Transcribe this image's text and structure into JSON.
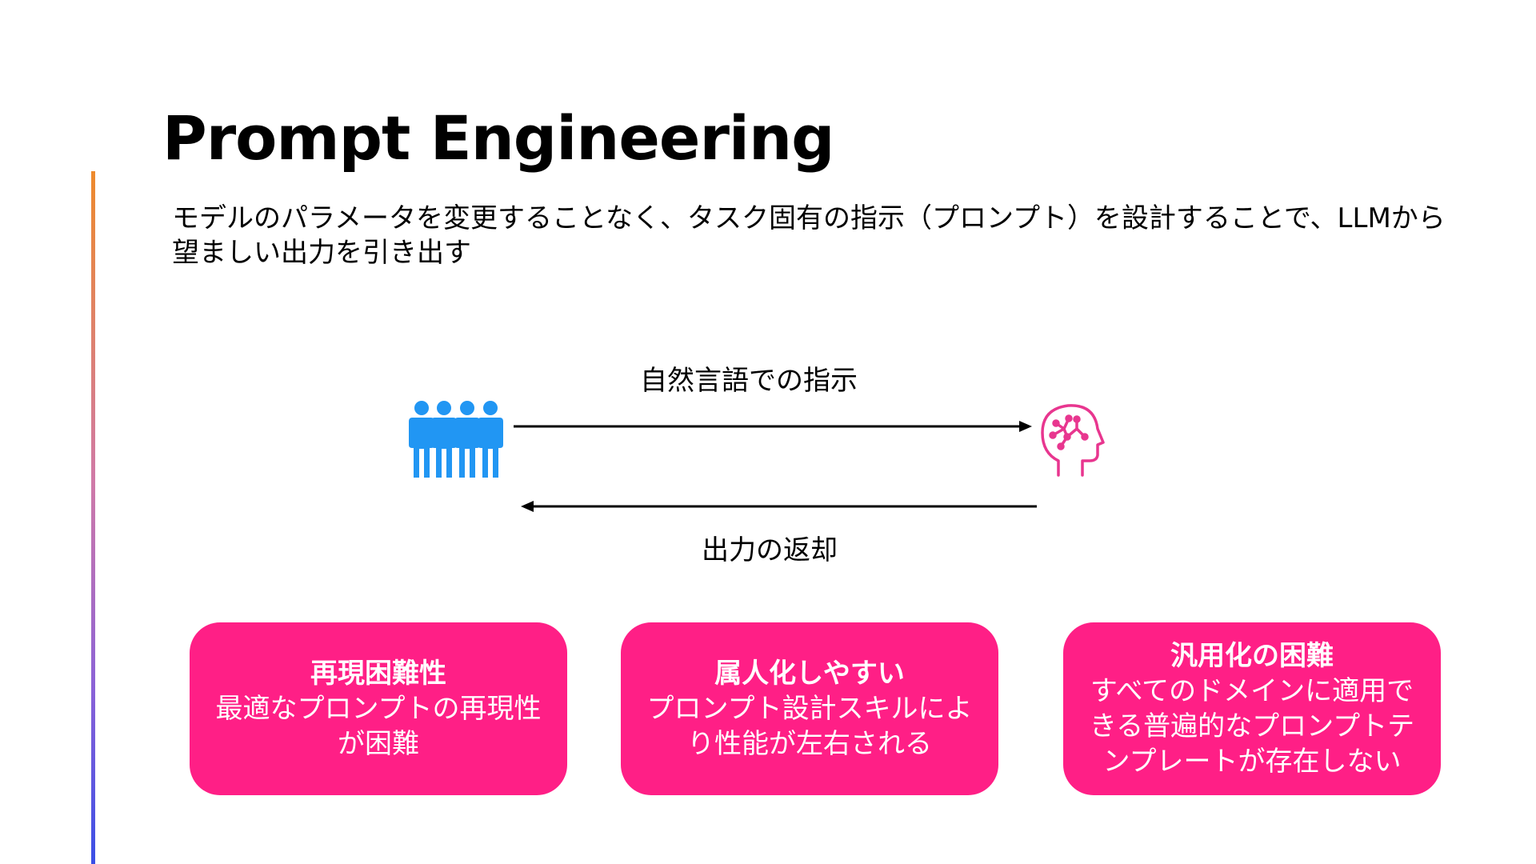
{
  "title": "Prompt Engineering",
  "subtitle": "モデルのパラメータを変更することなく、タスク固有の指示（プロンプト）を設計することで、LLMから望ましい出力を引き出す",
  "flow": {
    "instruction_label": "自然言語での指示",
    "return_label": "出力の返却",
    "left_icon": "people-group-icon",
    "right_icon": "ai-brain-head-icon"
  },
  "cards": [
    {
      "title": "再現困難性",
      "body": "最適なプロンプトの再現性が困難"
    },
    {
      "title": "属人化しやすい",
      "body": "プロンプト設計スキルにより性能が左右される"
    },
    {
      "title": "汎用化の困難",
      "body": "すべてのドメインに適用できる普遍的なプロンプトテンプレートが存在しない"
    }
  ],
  "colors": {
    "card_background": "#ff1f86",
    "people_icon": "#2196f3",
    "brain_icon": "#e8368f",
    "accent_bar_top": "#ee8a2c",
    "accent_bar_bottom": "#3a4fe6"
  }
}
